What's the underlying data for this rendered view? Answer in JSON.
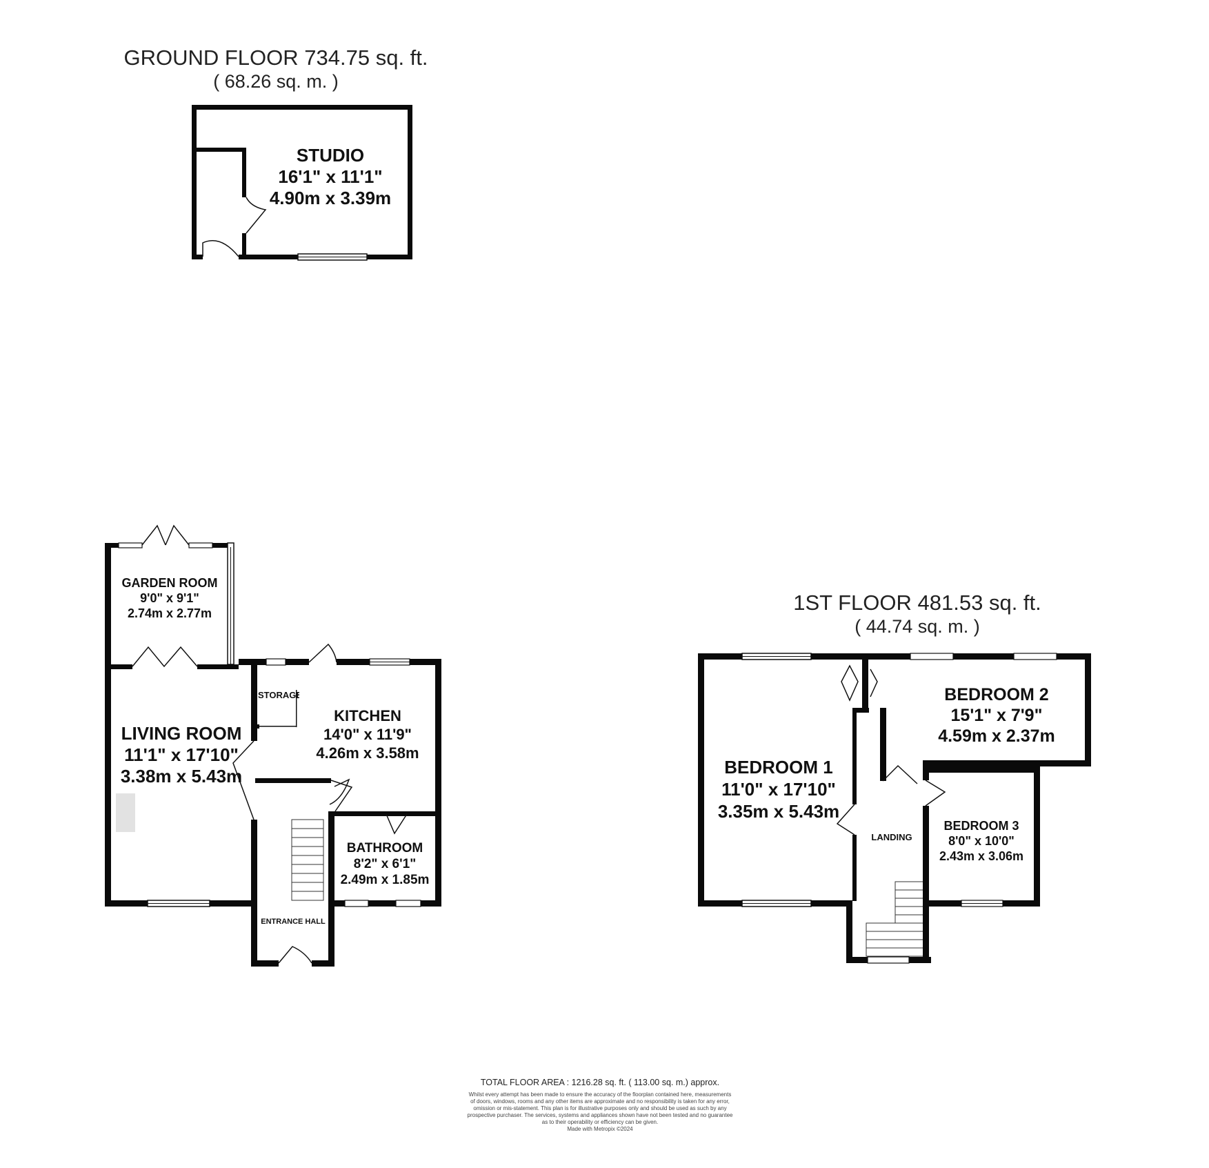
{
  "ground_floor": {
    "title": "GROUND FLOOR 734.75 sq. ft.",
    "subtitle": "( 68.26 sq. m. )",
    "rooms": {
      "studio": {
        "name": "STUDIO",
        "imperial": "16'1\" x 11'1\"",
        "metric": "4.90m x 3.39m"
      },
      "garden_room": {
        "name": "GARDEN ROOM",
        "imperial": "9'0\" x 9'1\"",
        "metric": "2.74m x 2.77m"
      },
      "living_room": {
        "name": "LIVING ROOM",
        "imperial": "11'1\" x 17'10\"",
        "metric": "3.38m x 5.43m"
      },
      "storage": {
        "name": "STORAGE"
      },
      "kitchen": {
        "name": "KITCHEN",
        "imperial": "14'0\" x 11'9\"",
        "metric": "4.26m x 3.58m"
      },
      "bathroom": {
        "name": "BATHROOM",
        "imperial": "8'2\" x 6'1\"",
        "metric": "2.49m x 1.85m"
      },
      "entrance_hall": {
        "name": "ENTRANCE HALL"
      }
    }
  },
  "first_floor": {
    "title": "1ST FLOOR 481.53 sq. ft.",
    "subtitle": "( 44.74 sq. m. )",
    "rooms": {
      "bedroom_1": {
        "name": "BEDROOM 1",
        "imperial": "11'0\" x 17'10\"",
        "metric": "3.35m x 5.43m"
      },
      "bedroom_2": {
        "name": "BEDROOM 2",
        "imperial": "15'1\" x 7'9\"",
        "metric": "4.59m x 2.37m"
      },
      "bedroom_3": {
        "name": "BEDROOM 3",
        "imperial": "8'0\" x 10'0\"",
        "metric": "2.43m x 3.06m"
      },
      "landing": {
        "name": "LANDING"
      }
    }
  },
  "footer": {
    "total_area": "TOTAL FLOOR AREA : 1216.28 sq. ft. ( 113.00 sq. m.) approx.",
    "disclaimer": [
      "Whilst every attempt has been made to ensure the accuracy of the floorplan contained here, measurements",
      "of doors, windows, rooms and any other items are approximate and no responsibility is taken for any error,",
      "omission or mis-statement. This plan is for illustrative purposes only and should be used as such by any",
      "prospective purchaser. The services, systems and appliances shown have not been tested and no guarantee",
      "as to their operability or efficiency can be given.",
      "Made with Metropix ©2024"
    ]
  },
  "colors": {
    "wall": "#0a0a0a",
    "window": "#ffffff",
    "stairs_fill": "#ffffff",
    "fireplace": "#e2e2e2"
  }
}
